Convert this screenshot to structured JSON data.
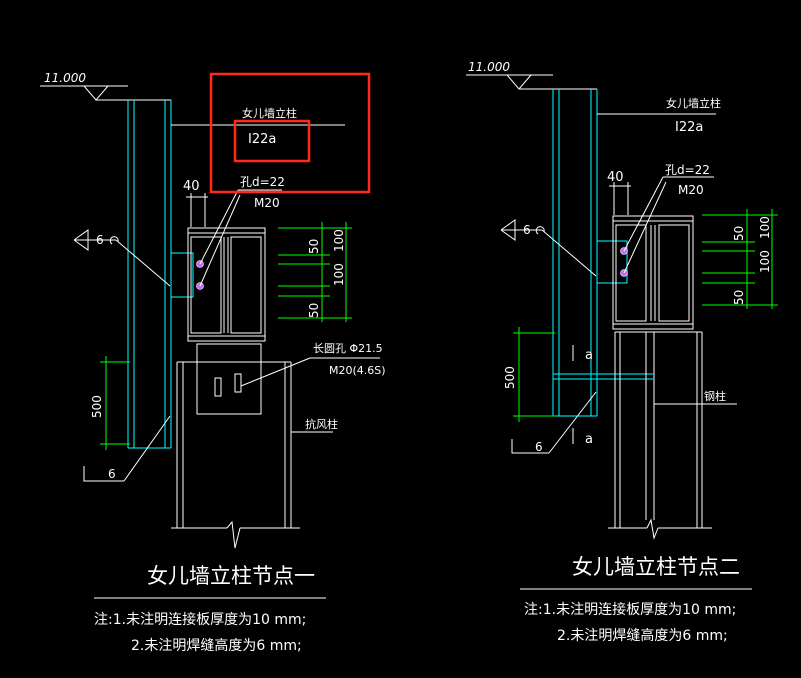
{
  "colors": {
    "background": "#000000",
    "steel": "#00ffff",
    "line": "#ffffff",
    "dim": "#00ff00",
    "text": "#ffffff",
    "highlight": "#ff2a1a",
    "bolt": "#cc66ff"
  },
  "node1": {
    "elevation": "11.000",
    "column_label": "女儿墙立柱",
    "section": "I22a",
    "plate_width": "40",
    "hole": "孔d=22",
    "bolt": "M20",
    "weld_top": "6",
    "weld_bottom": "6",
    "dims_right_a": [
      "50",
      "50"
    ],
    "dims_right_b": [
      "100",
      "100"
    ],
    "slot_hole": "长圆孔 Φ21.5",
    "slot_bolt": "M20(4.6S)",
    "height": "500",
    "wind_column": "抗风柱",
    "title": "女儿墙立柱节点一",
    "note1": "注:1.未注明连接板厚度为10 mm;",
    "note2": "2.未注明焊缝高度为6 mm;"
  },
  "node2": {
    "elevation": "11.000",
    "column_label": "女儿墙立柱",
    "section": "I22a",
    "plate_width": "40",
    "hole": "孔d=22",
    "bolt": "M20",
    "weld_top": "6",
    "weld_bottom": "6",
    "dims_right_a": [
      "50",
      "50"
    ],
    "dims_right_b": [
      "100",
      "100"
    ],
    "height": "500",
    "weld_a1": "a",
    "weld_a2": "a",
    "steel_column": "钢柱",
    "title": "女儿墙立柱节点二",
    "note1": "注:1.未注明连接板厚度为10 mm;",
    "note2": "2.未注明焊缝高度为6 mm;"
  }
}
